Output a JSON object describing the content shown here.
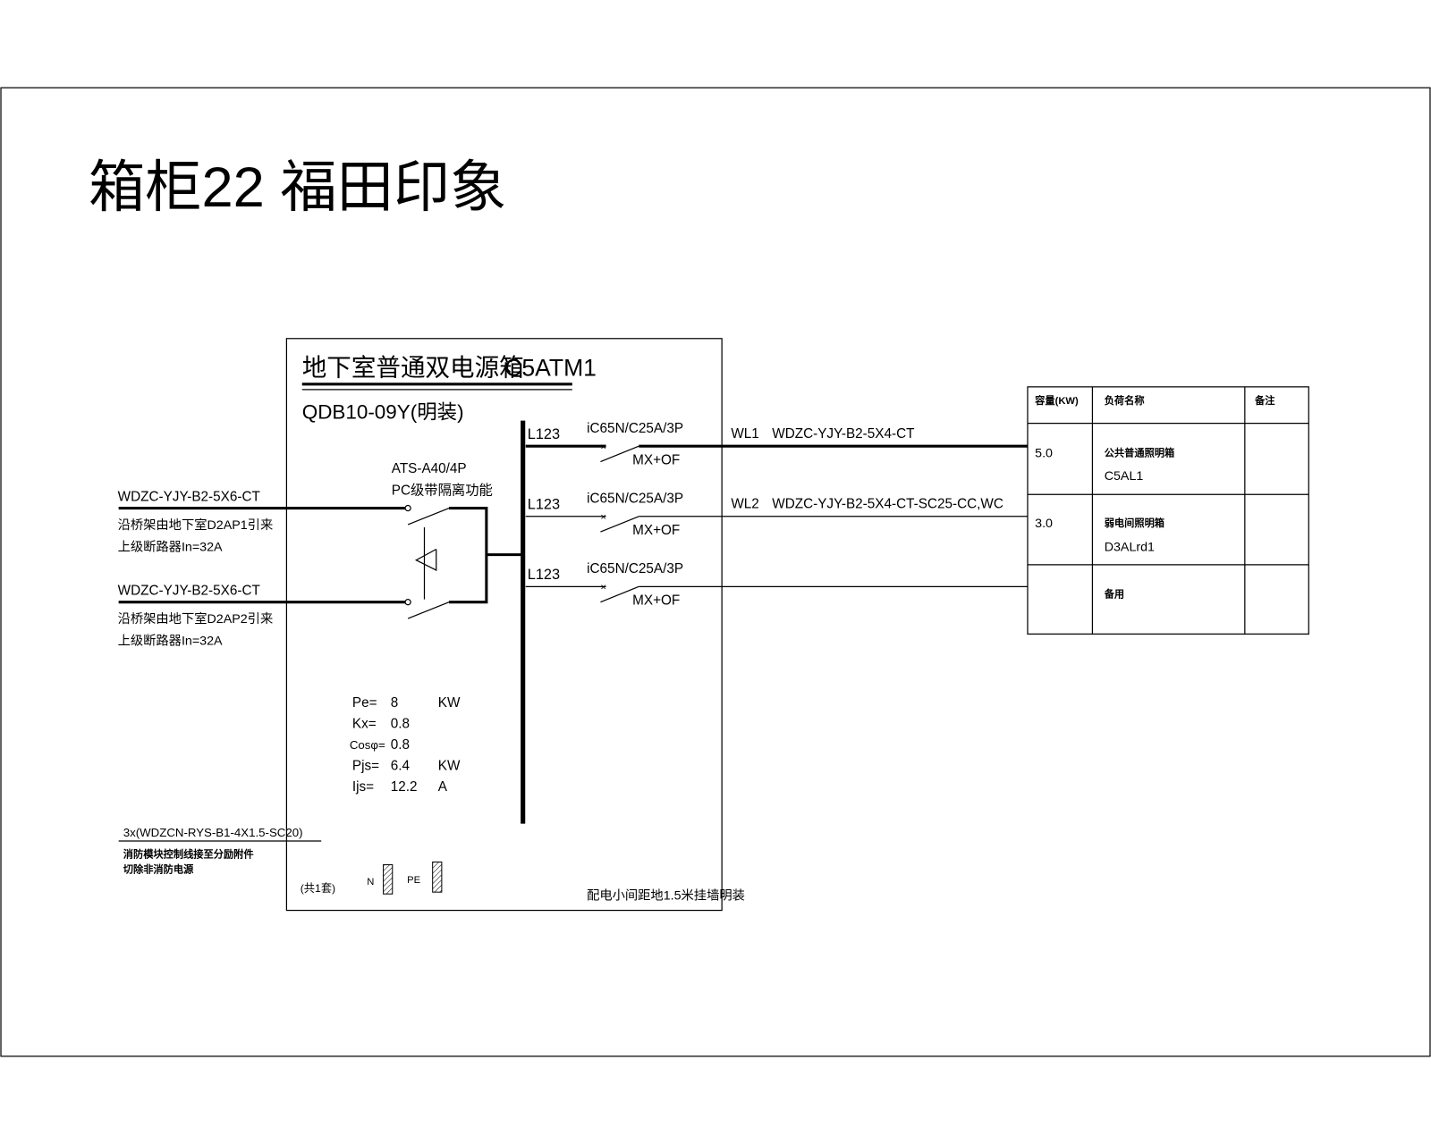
{
  "title": "箱柜22 福田印象",
  "panel": {
    "name": "地下室普通双电源箱",
    "code": "C5ATM1",
    "model": "QDB10-09Y(明装)",
    "ats_model": "ATS-A40/4P",
    "ats_note": "PC级带隔离功能",
    "quantity": "(共1套)",
    "n_label": "N",
    "pe_label": "PE",
    "install_note": "配电小间距地1.5米挂墙明装"
  },
  "incoming": [
    {
      "cable": "WDZC-YJY-B2-5X6-CT",
      "source": "沿桥架由地下室D2AP1引来",
      "upstream": "上级断路器In=32A"
    },
    {
      "cable": "WDZC-YJY-B2-5X6-CT",
      "source": "沿桥架由地下室D2AP2引来",
      "upstream": "上级断路器In=32A"
    }
  ],
  "params": [
    {
      "label": "Pe=",
      "value": "8",
      "unit": "KW"
    },
    {
      "label": "Kx=",
      "value": "0.8",
      "unit": ""
    },
    {
      "label": "Cosφ=",
      "value": "0.8",
      "unit": ""
    },
    {
      "label": "Pjs=",
      "value": "6.4",
      "unit": "KW"
    },
    {
      "label": "Ijs=",
      "value": "12.2",
      "unit": "A"
    }
  ],
  "feeders": [
    {
      "phase": "L123",
      "breaker": "iC65N/C25A/3P",
      "accessory": "MX+OF",
      "circuit": "WL1",
      "cable": "WDZC-YJY-B2-5X4-CT"
    },
    {
      "phase": "L123",
      "breaker": "iC65N/C25A/3P",
      "accessory": "MX+OF",
      "circuit": "WL2",
      "cable": "WDZC-YJY-B2-5X4-CT-SC25-CC,WC"
    },
    {
      "phase": "L123",
      "breaker": "iC65N/C25A/3P",
      "accessory": "MX+OF",
      "circuit": "",
      "cable": ""
    }
  ],
  "fire_control": {
    "cable": "3x(WDZCN-RYS-B1-4X1.5-SC20)",
    "note1": "消防模块控制线接至分励附件",
    "note2": "切除非消防电源"
  },
  "load_table": {
    "headers": [
      "容量(KW)",
      "负荷名称",
      "备注"
    ],
    "rows": [
      {
        "capacity": "5.0",
        "name": "公共普通照明箱",
        "code": "C5AL1",
        "remark": ""
      },
      {
        "capacity": "3.0",
        "name": "弱电间照明箱",
        "code": "D3ALrd1",
        "remark": ""
      },
      {
        "capacity": "",
        "name": "备用",
        "code": "",
        "remark": ""
      }
    ]
  }
}
